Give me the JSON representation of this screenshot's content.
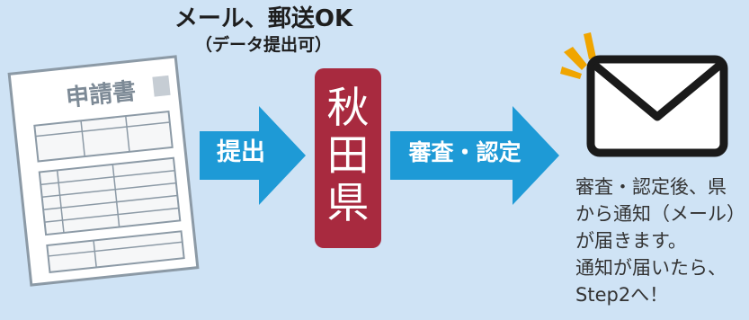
{
  "caption": {
    "line1": "メール、郵送OK",
    "line2": "（データ提出可）"
  },
  "document": {
    "title": "申請書",
    "icon": "application-form-icon"
  },
  "arrow1": {
    "label": "提出"
  },
  "prefecture": {
    "chars": [
      "秋",
      "田",
      "県"
    ]
  },
  "arrow2": {
    "label": "審査・認定"
  },
  "envelope": {
    "icon": "mail-envelope-icon",
    "accent": "#f0a500"
  },
  "note": {
    "lines": [
      "審査・認定後、県",
      "から通知（メール）",
      "が届きます。",
      "通知が届いたら、",
      "Step2へ！"
    ]
  },
  "colors": {
    "background": "#cfe3f5",
    "arrow": "#1e9ad6",
    "prefecture_box": "#a82a3f"
  }
}
